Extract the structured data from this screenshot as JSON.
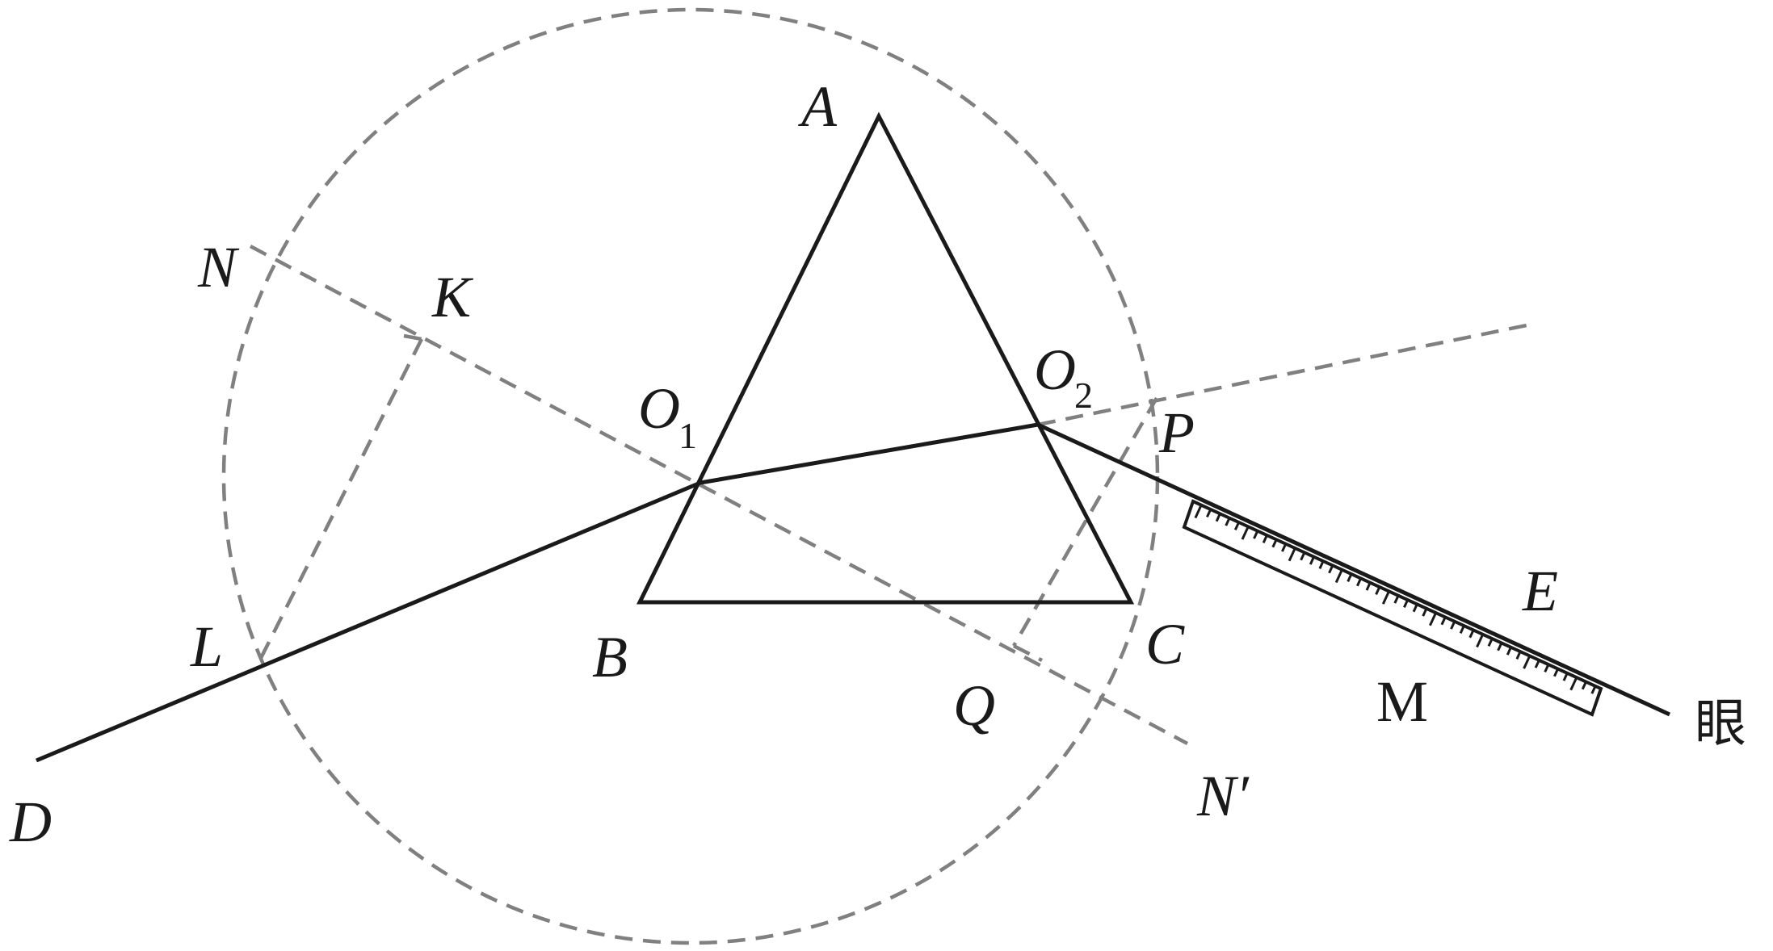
{
  "labels": {
    "A": "A",
    "B": "B",
    "C": "C",
    "D": "D",
    "E": "E",
    "K": "K",
    "L": "L",
    "M": "M",
    "N": "N",
    "N_prime": "N′",
    "O": "O",
    "O1_sub": "1",
    "O2_sub": "2",
    "P": "P",
    "Q": "Q",
    "eye": "眼"
  }
}
